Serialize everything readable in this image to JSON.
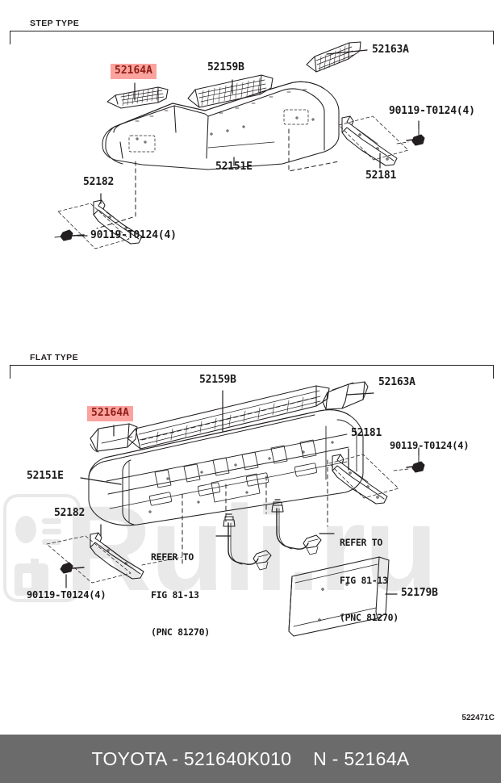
{
  "diagram": {
    "id_code": "522471C",
    "sections": [
      {
        "label": "STEP TYPE"
      },
      {
        "label": "FLAT TYPE"
      }
    ],
    "step_type_callouts": [
      {
        "text": "52164A",
        "highlight": true
      },
      {
        "text": "52159B",
        "highlight": false
      },
      {
        "text": "52163A",
        "highlight": false
      },
      {
        "text": "90119-T0124(4)",
        "highlight": false
      },
      {
        "text": "52151E",
        "highlight": false
      },
      {
        "text": "52181",
        "highlight": false
      },
      {
        "text": "52182",
        "highlight": false
      },
      {
        "text": "90119-T0124(4)",
        "highlight": false
      }
    ],
    "flat_type_callouts": [
      {
        "text": "52159B",
        "highlight": false
      },
      {
        "text": "52163A",
        "highlight": false
      },
      {
        "text": "52164A",
        "highlight": true
      },
      {
        "text": "52181",
        "highlight": false
      },
      {
        "text": "90119-T0124(4)",
        "highlight": false
      },
      {
        "text": "52151E",
        "highlight": false
      },
      {
        "text": "52182",
        "highlight": false
      },
      {
        "text": "90119-T0124(4)",
        "highlight": false
      },
      {
        "text": "52179B",
        "highlight": false
      }
    ],
    "refer_notes": [
      {
        "line1": "REFER TO",
        "line2": "FIG 81-13",
        "line3": "(PNC 81270)"
      },
      {
        "line1": "REFER TO",
        "line2": "FIG 81-13",
        "line3": "(PNC 81270)"
      }
    ],
    "watermark_text": "Ruli.ru",
    "colors": {
      "highlight_bg": "#fba39f",
      "highlight_text": "#8f1d16",
      "line": "#231f20",
      "footer_bg": "#6b6b6b",
      "watermark": "#e9e9e9"
    }
  },
  "footer": {
    "text": "TOYOTA - 521640K010    N - 52164A",
    "brand": "TOYOTA",
    "part_number": "521640K010",
    "n_code": "N - 52164A"
  }
}
